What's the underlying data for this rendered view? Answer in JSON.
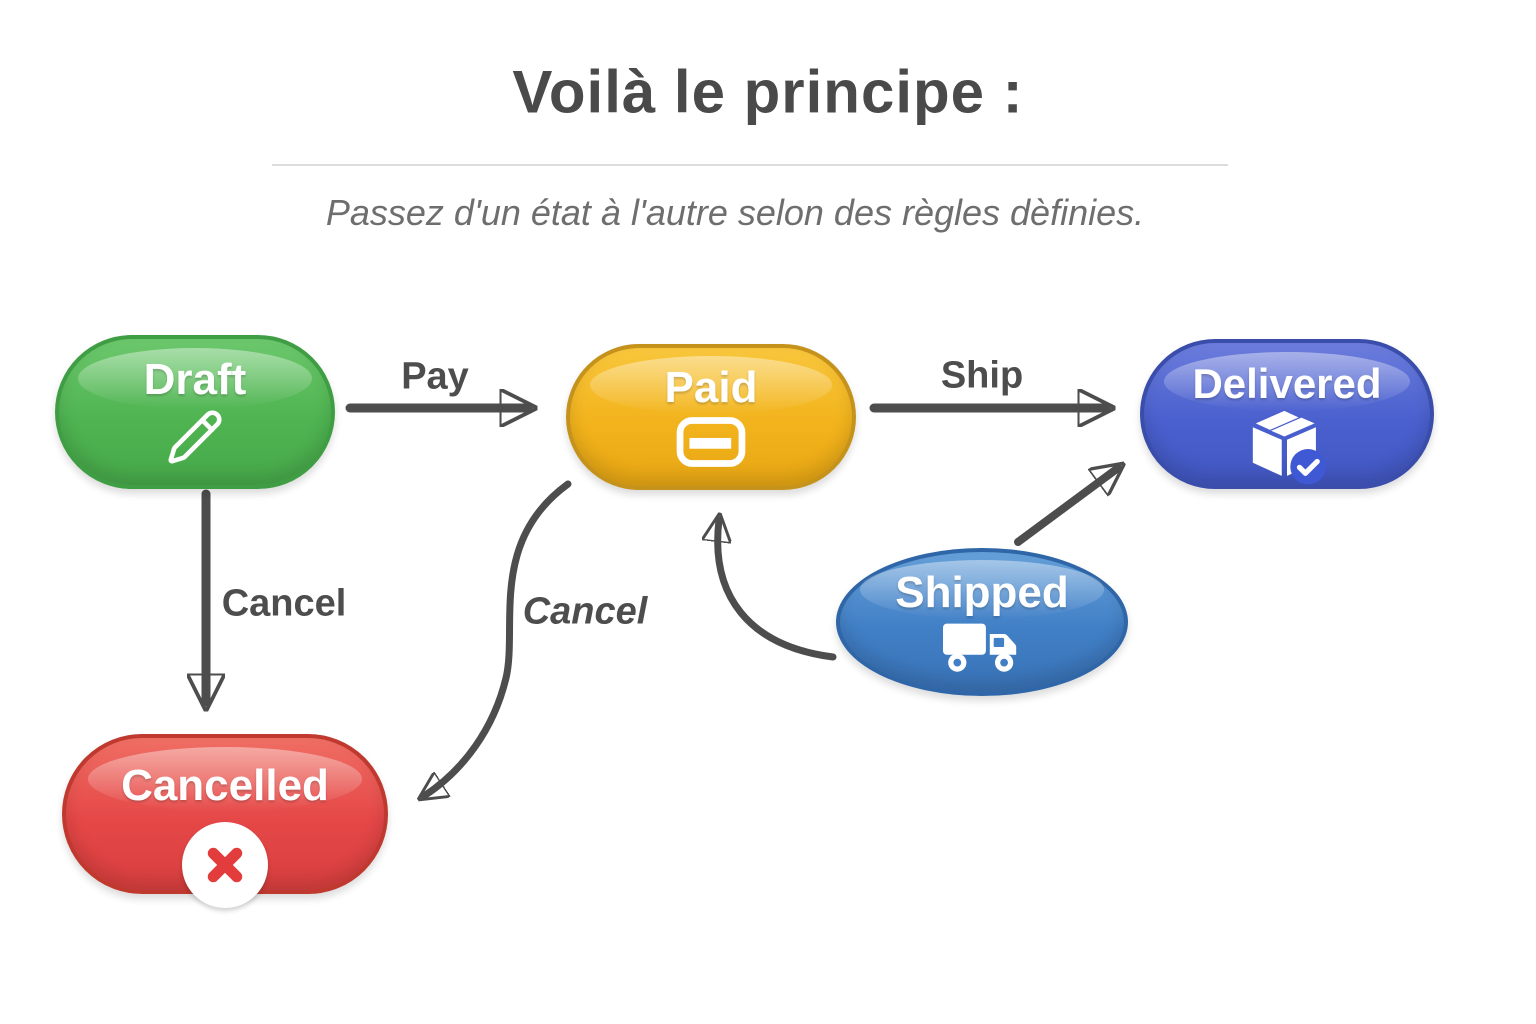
{
  "header": {
    "title": "Voilà le principe :",
    "subtitle": "Passez d'un état à l'autre selon des règles dèfinies."
  },
  "nodes": [
    {
      "id": "draft",
      "label": "Draft",
      "icon": "pencil-icon",
      "fill": "#4fb451",
      "border": "#3f9e44"
    },
    {
      "id": "paid",
      "label": "Paid",
      "icon": "credit-card-icon",
      "fill": "#f2b31c",
      "border": "#c5921b"
    },
    {
      "id": "delivered",
      "label": "Delivered",
      "icon": "package-check-icon",
      "fill": "#4a60ce",
      "border": "#3a4dab"
    },
    {
      "id": "shipped",
      "label": "Shipped",
      "icon": "truck-icon",
      "fill": "#417fc6",
      "border": "#2e66a8"
    },
    {
      "id": "cancelled",
      "label": "Cancelled",
      "icon": "x-circle-icon",
      "fill": "#e54747",
      "border": "#c0392f"
    }
  ],
  "edges": [
    {
      "from": "draft",
      "to": "paid",
      "label": "Pay"
    },
    {
      "from": "paid",
      "to": "delivered",
      "label": "Ship"
    },
    {
      "from": "draft",
      "to": "cancelled",
      "label": "Cancel"
    },
    {
      "from": "paid",
      "to": "cancelled",
      "label": "Cancel"
    },
    {
      "from": "shipped",
      "to": "paid",
      "label": ""
    },
    {
      "from": "shipped",
      "to": "delivered",
      "label": ""
    }
  ],
  "colors": {
    "background": "#ffffff",
    "arrow": "#4d4d4d",
    "title_text": "#4a4a4a",
    "subtitle_text": "#6e6e6e",
    "node_text": "#ffffff",
    "divider": "#dcdcdc",
    "cancel_x": "#e23c3c",
    "check_badge": "#3f58d4"
  }
}
